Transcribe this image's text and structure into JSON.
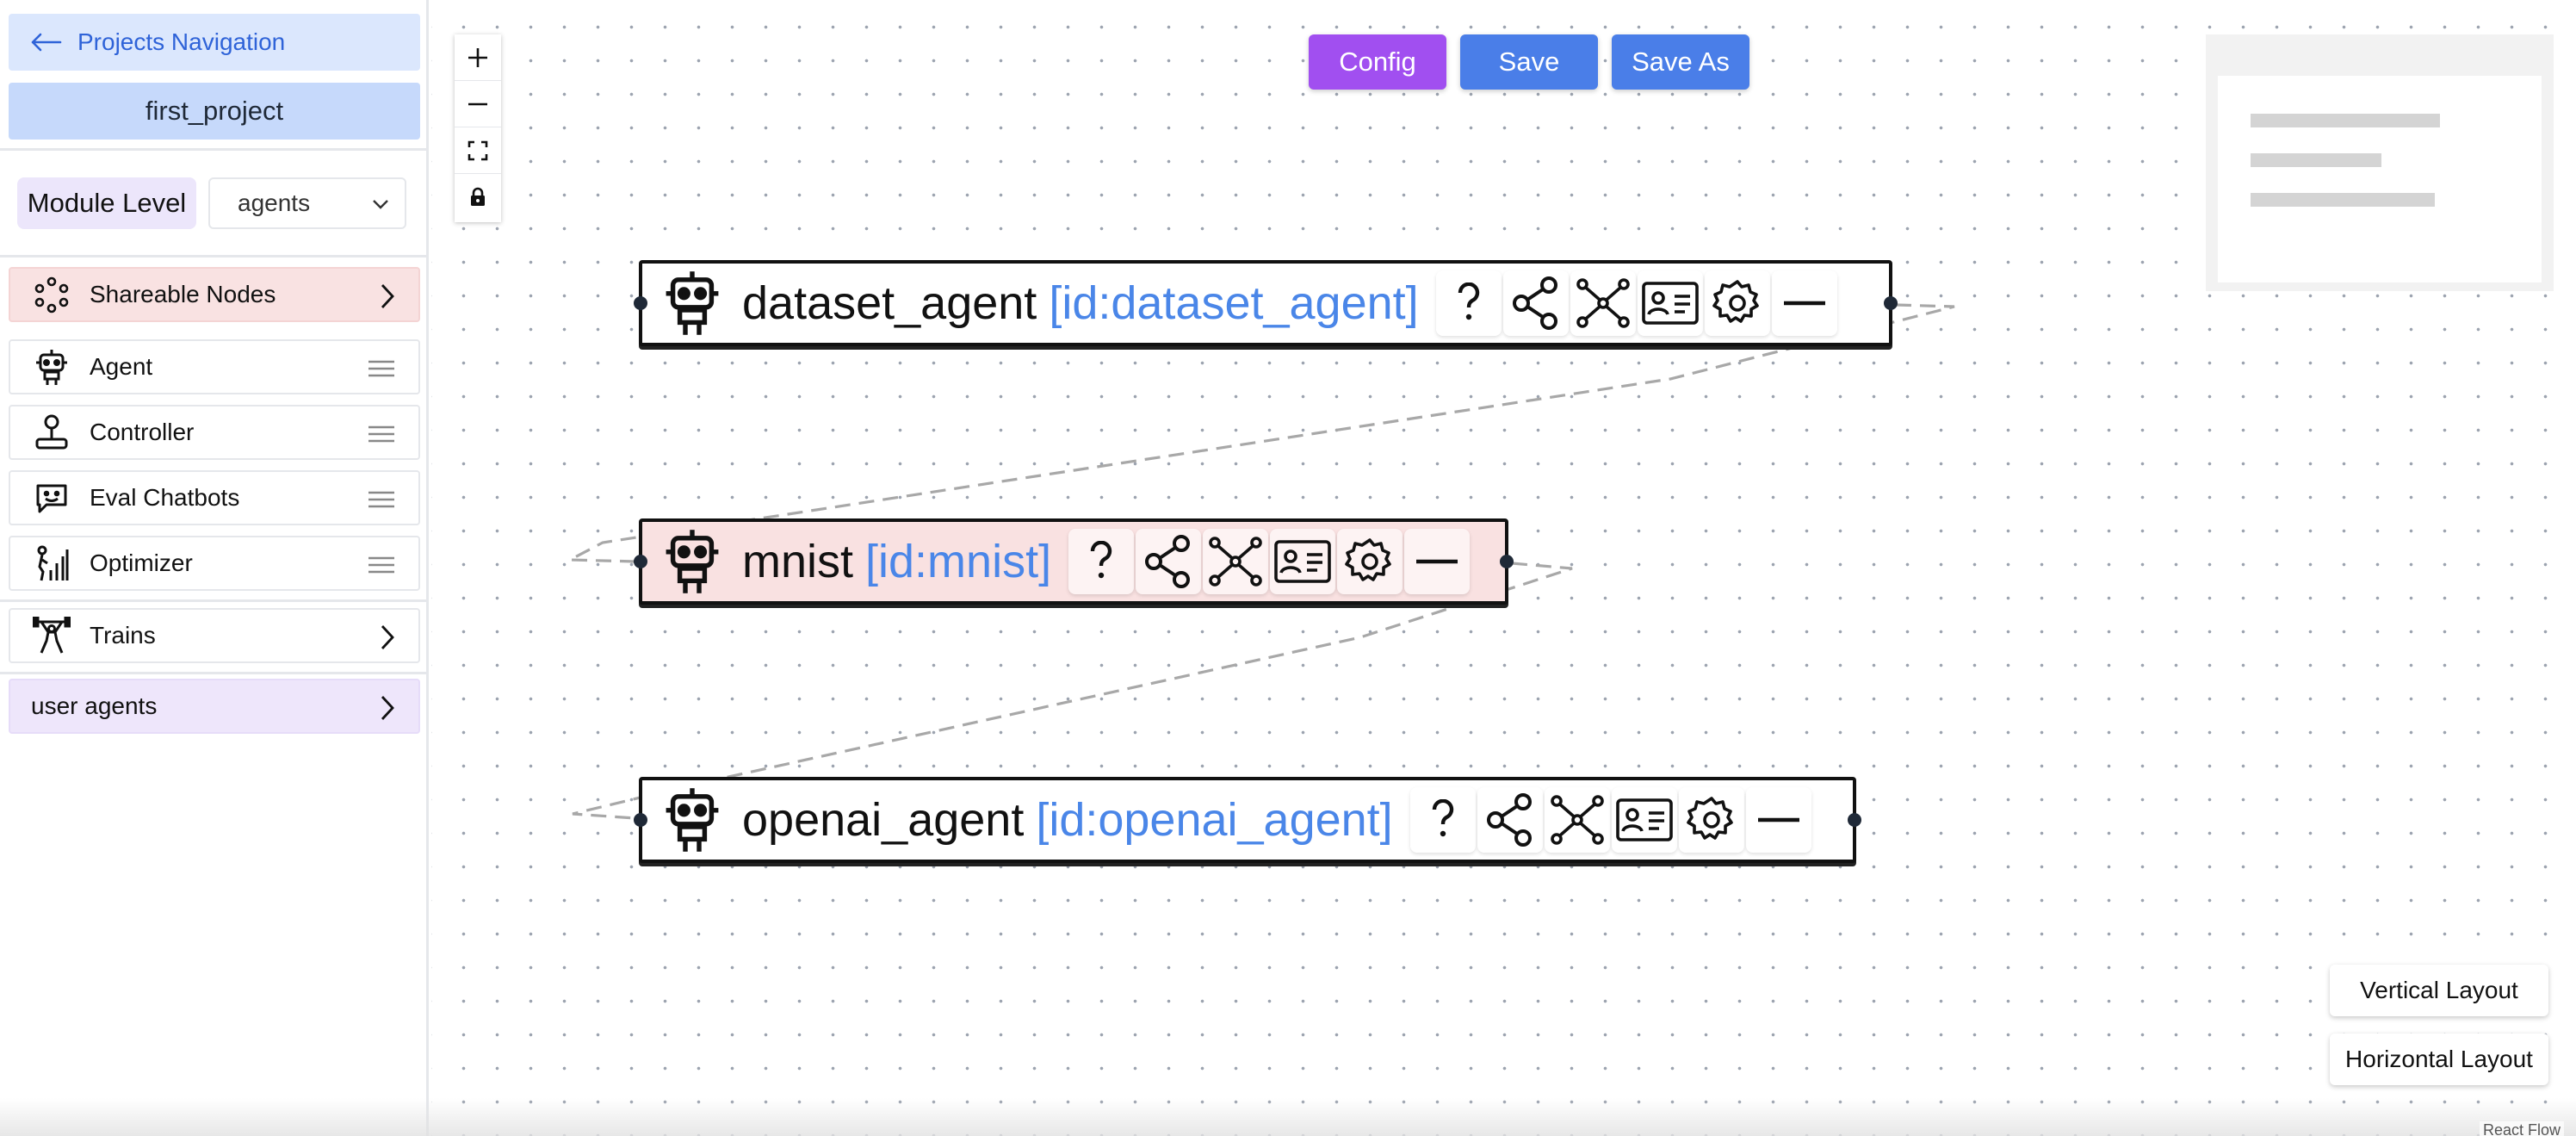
{
  "sidebar": {
    "back_label": "Projects Navigation",
    "project_name": "first_project",
    "module_level_label": "Module Level",
    "module_select_value": "agents",
    "items": [
      {
        "label": "Shareable Nodes",
        "icon": "shareable-nodes-icon"
      },
      {
        "label": "Agent",
        "icon": "robot-icon"
      },
      {
        "label": "Controller",
        "icon": "controller-icon"
      },
      {
        "label": "Eval Chatbots",
        "icon": "chatbot-icon"
      },
      {
        "label": "Optimizer",
        "icon": "optimizer-icon"
      },
      {
        "label": "Trains",
        "icon": "weightlifter-icon"
      },
      {
        "label": "user agents"
      }
    ]
  },
  "toolbar": {
    "config_label": "Config",
    "save_label": "Save",
    "save_as_label": "Save As"
  },
  "nodes": [
    {
      "title": "dataset_agent",
      "id_label": "[id:dataset_agent]"
    },
    {
      "title": "mnist",
      "id_label": "[id:mnist]"
    },
    {
      "title": "openai_agent",
      "id_label": "[id:openai_agent]"
    }
  ],
  "node_tools": [
    "help-icon",
    "share-icon",
    "graph-icon",
    "id-card-icon",
    "gear-icon",
    "minimize-icon"
  ],
  "layout": {
    "vertical_label": "Vertical Layout",
    "horizontal_label": "Horizontal Layout"
  },
  "attribution": "React Flow",
  "colors": {
    "accent_blue": "#4a7ee8",
    "config_purple": "#a14ff0",
    "id_blue": "#4a86e8",
    "active_node": "#f9e1e1"
  }
}
